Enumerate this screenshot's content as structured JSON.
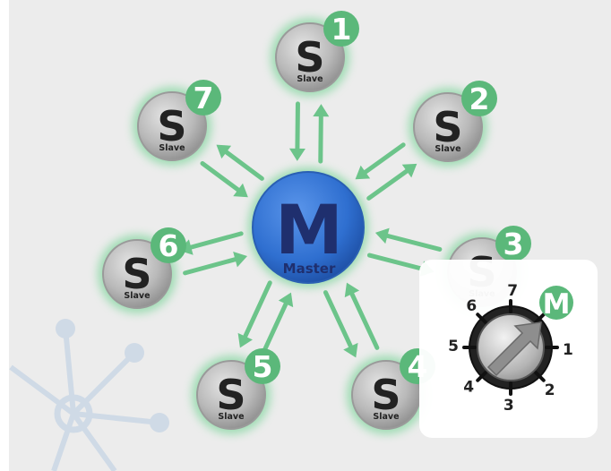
{
  "master": {
    "letter": "M",
    "label": "Master"
  },
  "slaves": [
    {
      "letter": "S",
      "label": "Slave",
      "number": "1"
    },
    {
      "letter": "S",
      "label": "Slave",
      "number": "2"
    },
    {
      "letter": "S",
      "label": "Slave",
      "number": "3"
    },
    {
      "letter": "S",
      "label": "Slave",
      "number": "4"
    },
    {
      "letter": "S",
      "label": "Slave",
      "number": "5"
    },
    {
      "letter": "S",
      "label": "Slave",
      "number": "6"
    },
    {
      "letter": "S",
      "label": "Slave",
      "number": "7"
    }
  ],
  "switch": {
    "mode_badge": "M",
    "positions": [
      "1",
      "2",
      "3",
      "4",
      "5",
      "6",
      "7"
    ],
    "selected": "M"
  },
  "colors": {
    "background": "#ececec",
    "badge": "#5bb87a",
    "arrow": "#6cc48a",
    "master": "#2f6fd0",
    "slave": "#b8b8b8",
    "glow": "#7ed69b",
    "watermark": "#c8d6e6"
  }
}
